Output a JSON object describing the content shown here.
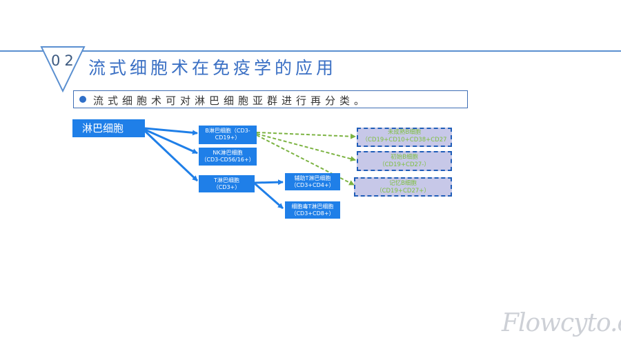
{
  "slide": {
    "number": "02",
    "title": "流式细胞术在免疫学的应用"
  },
  "bullet": {
    "text": "流式细胞术可对淋巴细胞亚群进行再分类。"
  },
  "diagram": {
    "root": "淋巴细胞",
    "b_cell": {
      "line1": "B淋巴细胞（CD3-",
      "line2": "CD19+）"
    },
    "nk_cell": {
      "line1": "NK淋巴细胞",
      "line2": "（CD3-CD56/16+）"
    },
    "t_cell": {
      "line1": "T淋巴细胞",
      "line2": "（CD3+）"
    },
    "helper_t": {
      "line1": "辅助T淋巴细胞",
      "line2": "（CD3+CD4+）"
    },
    "cytotoxic_t": {
      "line1": "细胞毒T淋巴细胞",
      "line2": "（CD3+CD8+）"
    },
    "immature_b": {
      "line1": "未成熟B细胞",
      "line2": "（CD19+CD10+CD38+CD27"
    },
    "naive_b": {
      "line1": "初始B细胞",
      "line2": "（CD19+CD27-）"
    },
    "memory_b": {
      "line1": "记忆B细胞",
      "line2": "（CD19+CD27+）"
    }
  },
  "colors": {
    "node_fill": "#1f7fe8",
    "dashed_fill": "#c7c8e8",
    "dashed_border": "#1f5db8",
    "dashed_text": "#7fbf40",
    "dashed_arrow": "#7cb342",
    "title": "#3b70c4"
  },
  "watermark": "Flowcyto.cn"
}
